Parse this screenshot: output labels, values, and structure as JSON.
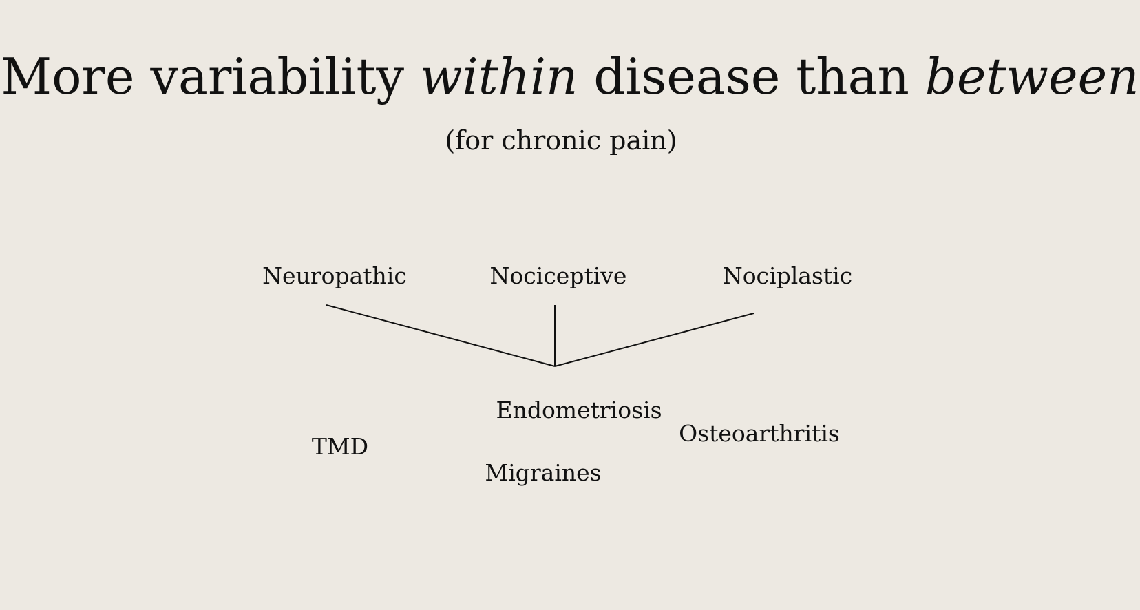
{
  "slide": {
    "title_part1": "More variability ",
    "title_em1": "within",
    "title_part2": " disease than ",
    "title_em2": "between",
    "subtitle": "(for chronic pain)"
  },
  "categories": {
    "neuropathic": "Neuropathic",
    "nociceptive": "Nociceptive",
    "nociplastic": "Nociplastic"
  },
  "diseases": {
    "endometriosis": "Endometriosis",
    "osteoarthritis": "Osteoarthritis",
    "tmd": "TMD",
    "migraines": "Migraines"
  },
  "colors": {
    "background": "#ede9e2",
    "text": "#111111",
    "line": "#111111"
  }
}
